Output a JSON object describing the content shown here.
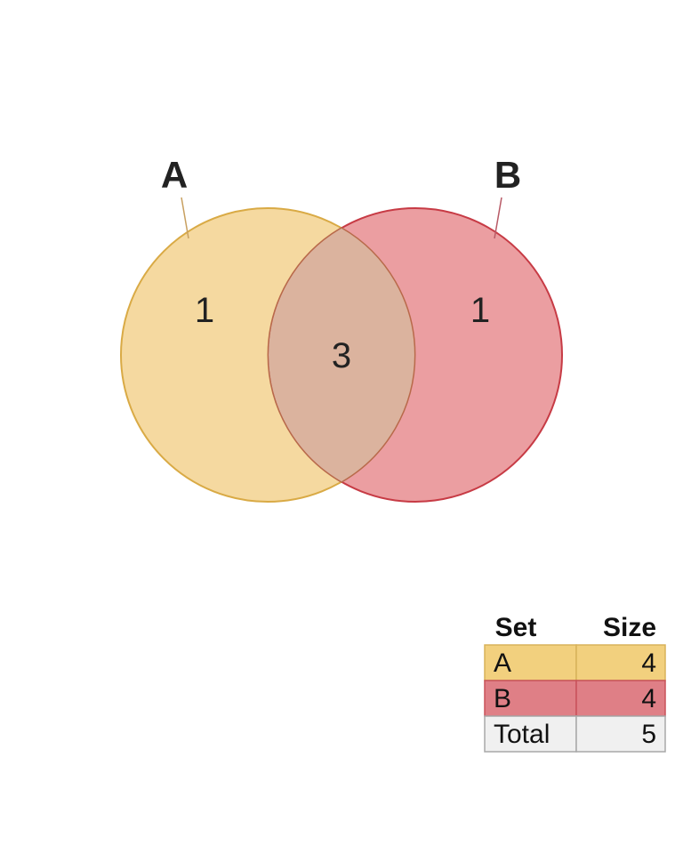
{
  "diagram": {
    "type": "venn",
    "sets": [
      {
        "id": "A",
        "label": "A",
        "size": 4,
        "fill": "#f5d9a0",
        "stroke": "#d9aa45",
        "leader": "#c8a060"
      },
      {
        "id": "B",
        "label": "B",
        "size": 4,
        "fill": "#eb9ea1",
        "stroke": "#c73b45",
        "leader": "#b85a66"
      }
    ],
    "regions": {
      "only_A": 1,
      "A_and_B": 3,
      "only_B": 1
    },
    "intersection": {
      "fill": "#dbb39e",
      "stroke": "#b86a4a"
    }
  },
  "legend": {
    "header_set": "Set",
    "header_size": "Size",
    "rows": [
      {
        "set": "A",
        "size": "4",
        "fill": "#f2d07e",
        "stroke": "#d8b25a"
      },
      {
        "set": "B",
        "size": "4",
        "fill": "#df7f86",
        "stroke": "#c8525a"
      },
      {
        "set": "Total",
        "size": "5",
        "fill": "#f0f0f0",
        "stroke": "#a8a8a8"
      }
    ]
  }
}
